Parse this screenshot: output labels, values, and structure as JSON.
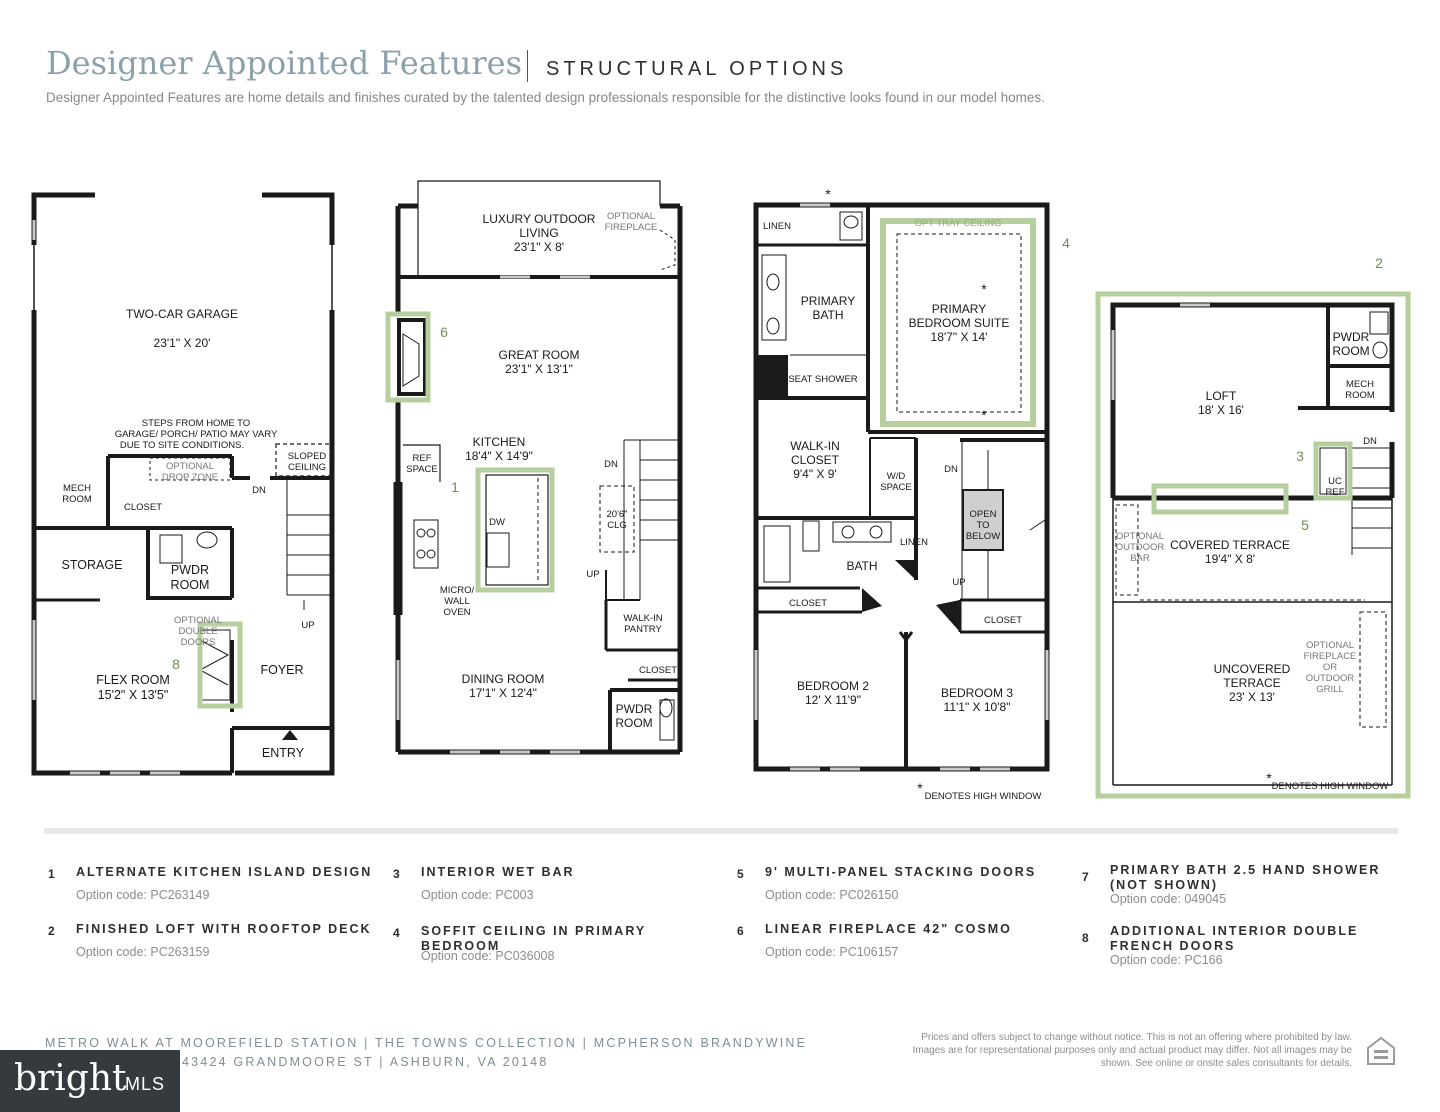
{
  "header": {
    "title": "Designer Appointed Features",
    "subtitle": "STRUCTURAL OPTIONS",
    "description": "Designer Appointed Features are home details and finishes curated by the talented design professionals responsible for the distinctive looks found in our model homes."
  },
  "plans": {
    "lower": {
      "garage": "TWO-CAR GARAGE",
      "garage_dims": "23'1\" X 20'",
      "steps_note": [
        "STEPS FROM HOME TO",
        "GARAGE/ PORCH/ PATIO MAY VARY",
        "DUE TO SITE CONDITIONS."
      ],
      "drop_zone": [
        "OPTIONAL",
        "DROP ZONE"
      ],
      "sloped": [
        "SLOPED",
        "CEILING"
      ],
      "dn": "DN",
      "mech": [
        "MECH",
        "ROOM"
      ],
      "closet": "CLOSET",
      "storage": "STORAGE",
      "pwdr": [
        "PWDR",
        "ROOM"
      ],
      "double_doors": [
        "OPTIONAL",
        "DOUBLE",
        "DOORS"
      ],
      "flex": "FLEX ROOM",
      "flex_dims": "15'2\" X 13'5\"",
      "foyer": "FOYER",
      "up": "UP",
      "entry": "ENTRY",
      "marker": "8"
    },
    "main": {
      "outdoor": [
        "LUXURY OUTDOOR",
        "LIVING"
      ],
      "outdoor_dims": "23'1\" X 8'",
      "fireplace": [
        "OPTIONAL",
        "FIREPLACE"
      ],
      "great": "GREAT ROOM",
      "great_dims": "23'1\" X 13'1\"",
      "kitchen": "KITCHEN",
      "kitchen_dims": "18'4\" X 14'9\"",
      "ref": [
        "REF",
        "SPACE"
      ],
      "dw": "DW",
      "micro": [
        "MICRO/",
        "WALL",
        "OVEN"
      ],
      "dn": "DN",
      "clg": [
        "20'6\"",
        "CLG"
      ],
      "up": "UP",
      "pantry": [
        "WALK-IN",
        "PANTRY"
      ],
      "closet": "CLOSET",
      "dining": "DINING ROOM",
      "dining_dims": "17'1\" X 12'4\"",
      "pwdr": [
        "PWDR",
        "ROOM"
      ],
      "marker_1": "1",
      "marker_6": "6"
    },
    "upper": {
      "linen": "LINEN",
      "tray": "OPT TRAY CEILING",
      "primary_bath": [
        "PRIMARY",
        "BATH"
      ],
      "suite": [
        "PRIMARY",
        "BEDROOM SUITE"
      ],
      "suite_dims": "18'7\" X 14'",
      "seat_shower": "SEAT SHOWER",
      "walkin": [
        "WALK-IN",
        "CLOSET"
      ],
      "walkin_dims": "9'4\" X 9'",
      "wd": [
        "W/D",
        "SPACE"
      ],
      "dn": "DN",
      "open": [
        "OPEN",
        "TO",
        "BELOW"
      ],
      "linen2": "LINEN",
      "bath": "BATH",
      "up": "UP",
      "closet": "CLOSET",
      "bed2": "BEDROOM 2",
      "bed2_dims": "12' X 11'9\"",
      "bed3": "BEDROOM 3",
      "bed3_dims": "11'1\" X 10'8\"",
      "star": "*",
      "note": "DENOTES HIGH WINDOW",
      "marker": "4"
    },
    "roof": {
      "pwdr": [
        "PWDR",
        "ROOM"
      ],
      "mech": [
        "MECH",
        "ROOM"
      ],
      "loft": "LOFT",
      "loft_dims": "18' X 16'",
      "dn": "DN",
      "ucref": [
        "UC",
        "REF"
      ],
      "outdoor_bar": [
        "OPTIONAL",
        "OUTDOOR",
        "BAR"
      ],
      "covered": "COVERED TERRACE",
      "covered_dims": "19'4\" X 8'",
      "uncovered": [
        "UNCOVERED",
        "TERRACE"
      ],
      "uncovered_dims": "23' X 13'",
      "grill": [
        "OPTIONAL",
        "FIREPLACE",
        "OR",
        "OUTDOOR",
        "GRILL"
      ],
      "star": "*",
      "note": "DENOTES HIGH WINDOW",
      "marker_2": "2",
      "marker_3": "3",
      "marker_5": "5"
    }
  },
  "options": [
    {
      "num": "1",
      "name": "ALTERNATE KITCHEN ISLAND DESIGN",
      "code": "Option code: PC263149"
    },
    {
      "num": "2",
      "name": "FINISHED LOFT WITH ROOFTOP DECK",
      "code": "Option code: PC263159"
    },
    {
      "num": "3",
      "name": "INTERIOR WET BAR",
      "code": "Option code: PC003"
    },
    {
      "num": "4",
      "name": "SOFFIT CEILING IN PRIMARY BEDROOM",
      "code": "Option code: PC036008"
    },
    {
      "num": "5",
      "name": "9' MULTI-PANEL STACKING DOORS",
      "code": "Option code: PC026150"
    },
    {
      "num": "6",
      "name": "LINEAR FIREPLACE 42\" COSMO",
      "code": "Option code: PC106157"
    },
    {
      "num": "7",
      "name": "PRIMARY BATH 2.5 HAND SHOWER (NOT SHOWN)",
      "code": "Option code: 049045"
    },
    {
      "num": "8",
      "name": "ADDITIONAL INTERIOR DOUBLE FRENCH DOORS",
      "code": "Option code: PC166"
    }
  ],
  "footer": {
    "line1": "METRO WALK AT MOOREFIELD STATION  |  THE TOWNS COLLECTION  |  MCPHERSON BRANDYWINE",
    "line2": "43424 GRANDMOORE ST  |  ASHBURN, VA 20148",
    "disclaimer": "Prices and offers subject to change without notice. This is not an offering where prohibited by law. Images are for representational purposes only and actual product may differ. Not all images may be shown. See online or onsite sales consultants for details."
  },
  "logo": {
    "brand": "bright",
    "suffix": "MLS"
  },
  "colors": {
    "highlight": "#b7cf9e",
    "marker": "#6f8f4e",
    "wall": "#1a1a1a",
    "title": "#8aa0aa"
  }
}
